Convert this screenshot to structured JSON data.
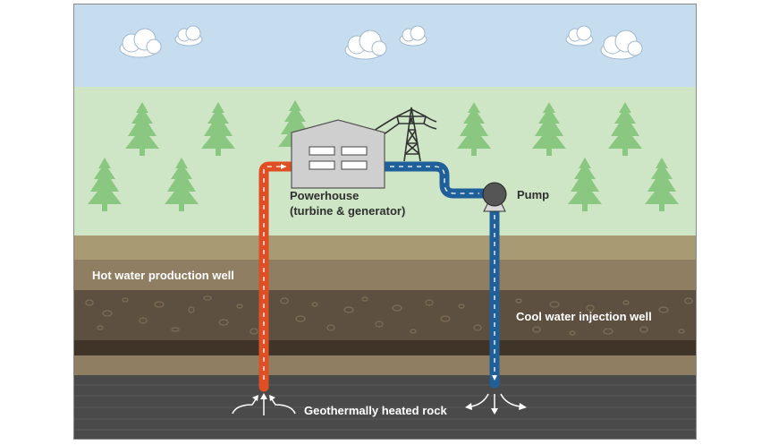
{
  "labels": {
    "powerhouse_line1": "Powerhouse",
    "powerhouse_line2": "(turbine & generator)",
    "pump": "Pump",
    "hot_well": "Hot water production well",
    "cool_well": "Cool water injection well",
    "heated_rock": "Geothermally heated rock"
  },
  "colors": {
    "sky": "#c6dcef",
    "grass": "#cfe6c6",
    "tree": "#8ac781",
    "soil_top": "#a89a72",
    "soil_mid": "#8f7e62",
    "rock_layer": "#5e5040",
    "dark_band": "#403428",
    "bedrock": "#4a4a4a",
    "hot_pipe": "#e04e23",
    "cool_pipe": "#1f5f9a",
    "building": "#cfcfcf",
    "pump": "#555555"
  },
  "icons": [
    "cloud-icon",
    "tree-icon",
    "transmission-tower-icon",
    "pump-icon",
    "flow-arrow-icon"
  ]
}
